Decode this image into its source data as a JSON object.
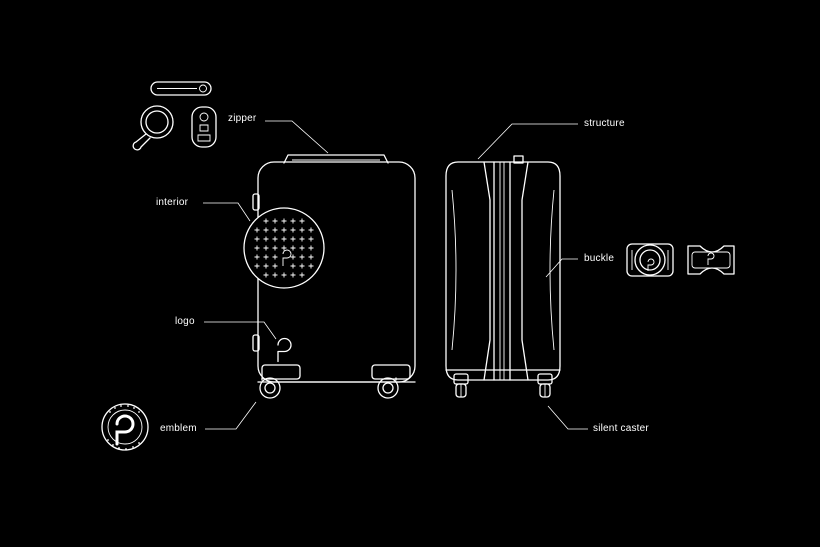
{
  "colors": {
    "background": "#000000",
    "line": "#ffffff"
  },
  "labels": {
    "zipper": "zipper",
    "interior": "interior",
    "logo": "logo",
    "emblem": "emblem",
    "structure": "structure",
    "buckle": "buckle",
    "silent_caster": "silent caster"
  },
  "icons": [
    "zipper-pull-icon",
    "interior-pattern-icon",
    "logo-mark-icon",
    "emblem-badge-icon",
    "buckle-icon",
    "caster-wheel-icon"
  ]
}
